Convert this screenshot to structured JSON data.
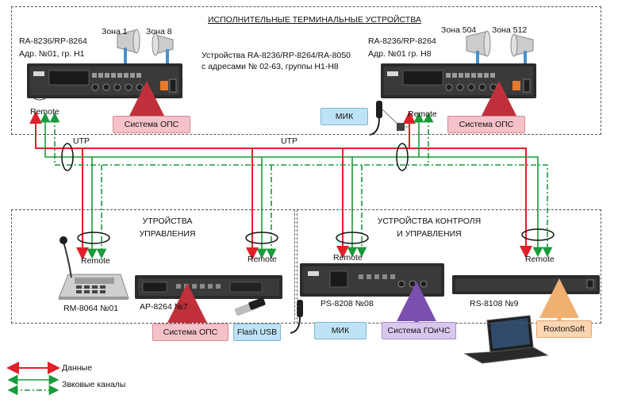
{
  "title_top": "ИСПОЛНИТЕЛЬНЫЕ ТЕРМИНАЛЬНЫЕ УСТРОЙСТВА",
  "left_unit": {
    "model": "RA-8236/RP-8264",
    "address": "Адр. №01, гр. H1",
    "zone_a": "Зона 1",
    "zone_b": "Зона 8",
    "ops": "Система ОПС",
    "remote": "Remote"
  },
  "right_unit": {
    "model": "RA-8236/RP-8264",
    "address": "Адр. №01 гр. H8",
    "zone_a": "Зона 504",
    "zone_b": "Зона 512",
    "ops": "Система ОПС",
    "remote": "Remote",
    "mic": "МИК"
  },
  "devices_note_1": "Устройства RA-8236/RP-8264/RA-8050",
  "devices_note_2": "с адресами № 02-63, группы H1-H8",
  "utp_left": "UTP",
  "utp_center": "UTP",
  "ctrl_title_1": "УТРОЙСТВА",
  "ctrl_title_2": "УПРАВЛЕНИЯ",
  "mon_title_1": "УСТРОЙСТВА КОНТРОЛЯ",
  "mon_title_2": "И УПРАВЛЕНИЯ",
  "remote": "Remote",
  "rm_label": "RM-8064 №01",
  "ap_label": "AP-8264 №7",
  "ps_label": "PS-8208 №08",
  "rs_label": "RS-8108 №9",
  "ops_bottom": "Система ОПС",
  "flash": "Flash USB",
  "mic_bottom": "МИК",
  "goichs": "Система ГОиЧС",
  "roxton": "RoxtonSoft",
  "legend_data": "Данные",
  "legend_audio": "Звковые каналы",
  "colors": {
    "data": "#e0202a",
    "audio": "#1a9a3a",
    "device": "#2b2b2b"
  }
}
